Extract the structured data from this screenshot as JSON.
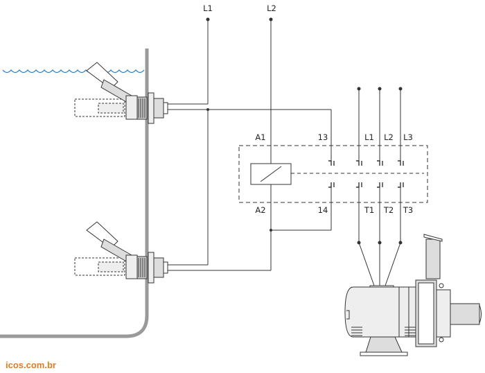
{
  "supply": {
    "l1": "L1",
    "l2": "L2"
  },
  "contactor": {
    "coil_top": "A1",
    "coil_bottom": "A2",
    "aux_top": "13",
    "aux_bottom": "14",
    "phase_in": [
      "L1",
      "L2",
      "L3"
    ],
    "phase_out": [
      "T1",
      "T2",
      "T3"
    ]
  },
  "watermark": "icos.com.br",
  "colors": {
    "water": "#2a7fc4",
    "tank": "#9a9a9a",
    "wire": "#333333",
    "brand": "#e07b22"
  }
}
